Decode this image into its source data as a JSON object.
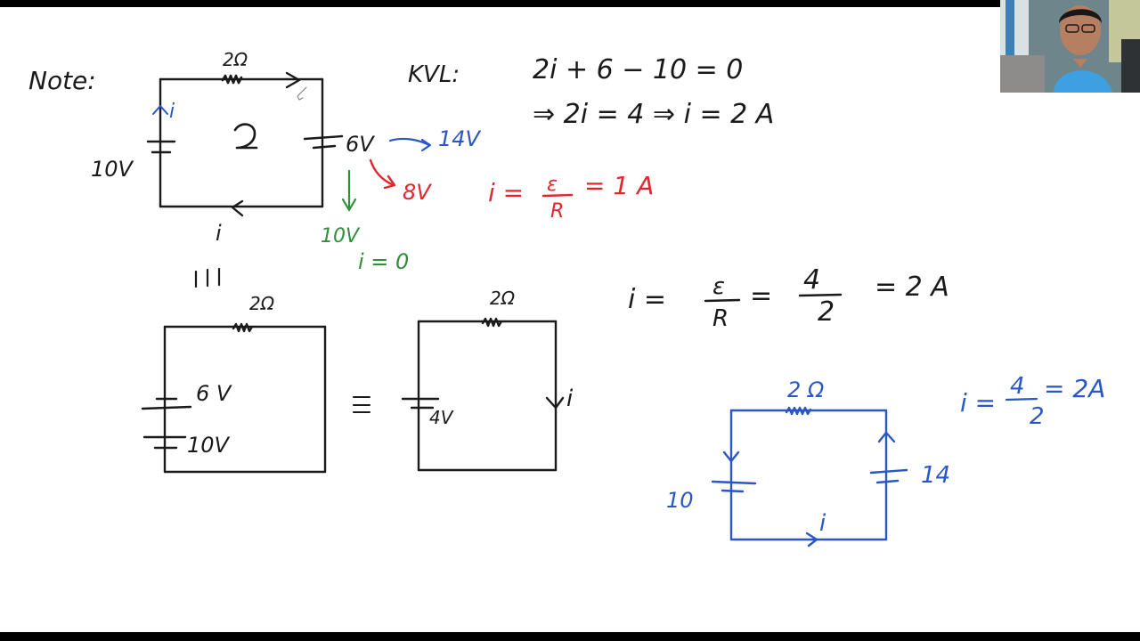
{
  "colors": {
    "ink_black": "#1a1a1a",
    "ink_blue": "#2a56c6",
    "ink_red": "#e3262b",
    "ink_green": "#2f8f3a",
    "board": "#ffffff",
    "frame": "#000000"
  },
  "board": {
    "note_label": "Note:",
    "top_circuit": {
      "resistor": "2Ω",
      "left_source": "10V",
      "right_source": "6V",
      "current_left": "i",
      "current_bottom": "i",
      "loop_mark": "↻"
    },
    "annotations": {
      "blue_14v": "14V",
      "red_8v": "8V",
      "green_10v": "10V",
      "green_i0": "i = 0",
      "equivalence": "|||"
    },
    "kvl": {
      "label": "KVL:",
      "line1": "2i + 6 − 10 = 0",
      "line2": "⇒   2i = 4  ⇒  i = 2 A"
    },
    "red_eq": {
      "lhs": "i =",
      "num": "ε",
      "den": "R",
      "rhs": "= 1 A"
    },
    "mid_eq": {
      "lhs": "i =",
      "num1": "ε",
      "den1": "R",
      "eq": "=",
      "num2": "4",
      "den2": "2",
      "rhs": "=  2 A"
    },
    "left_circuit": {
      "resistor": "2Ω",
      "source_top": "6 V",
      "source_bottom": "10V"
    },
    "equals": "=",
    "middle_circuit": {
      "resistor": "2Ω",
      "source": "4V",
      "current": "i"
    },
    "blue_circuit": {
      "resistor": "2 Ω",
      "left_source": "10",
      "right_source": "14",
      "current": "i"
    },
    "blue_eq": {
      "lhs": "i =",
      "num": "4",
      "den": "2",
      "rhs": "= 2A"
    }
  },
  "webcam": {
    "icon": "presenter-video-icon"
  }
}
